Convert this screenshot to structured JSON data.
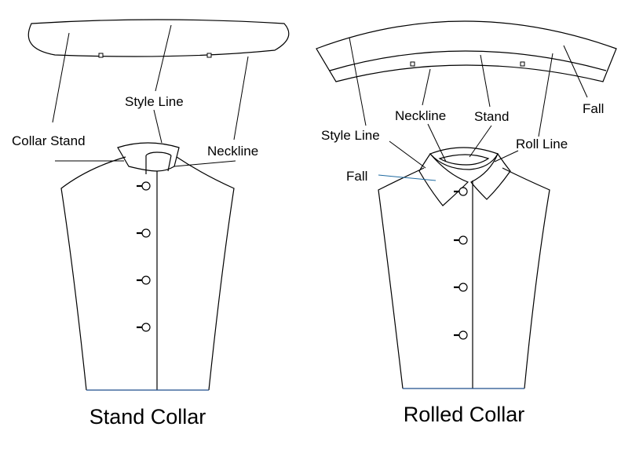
{
  "stand_collar": {
    "caption": "Stand Collar",
    "labels": {
      "style_line": "Style Line",
      "collar_stand": "Collar Stand",
      "neckline": "Neckline"
    }
  },
  "rolled_collar": {
    "caption": "Rolled Collar",
    "labels": {
      "style_line": "Style Line",
      "neckline": "Neckline",
      "stand": "Stand",
      "roll_line": "Roll Line",
      "fall_top": "Fall",
      "fall_left": "Fall"
    }
  },
  "colors": {
    "line": "#000000",
    "hem_line": "#1f4e8c",
    "fall_leader": "#1f6aa0",
    "background": "#ffffff"
  }
}
